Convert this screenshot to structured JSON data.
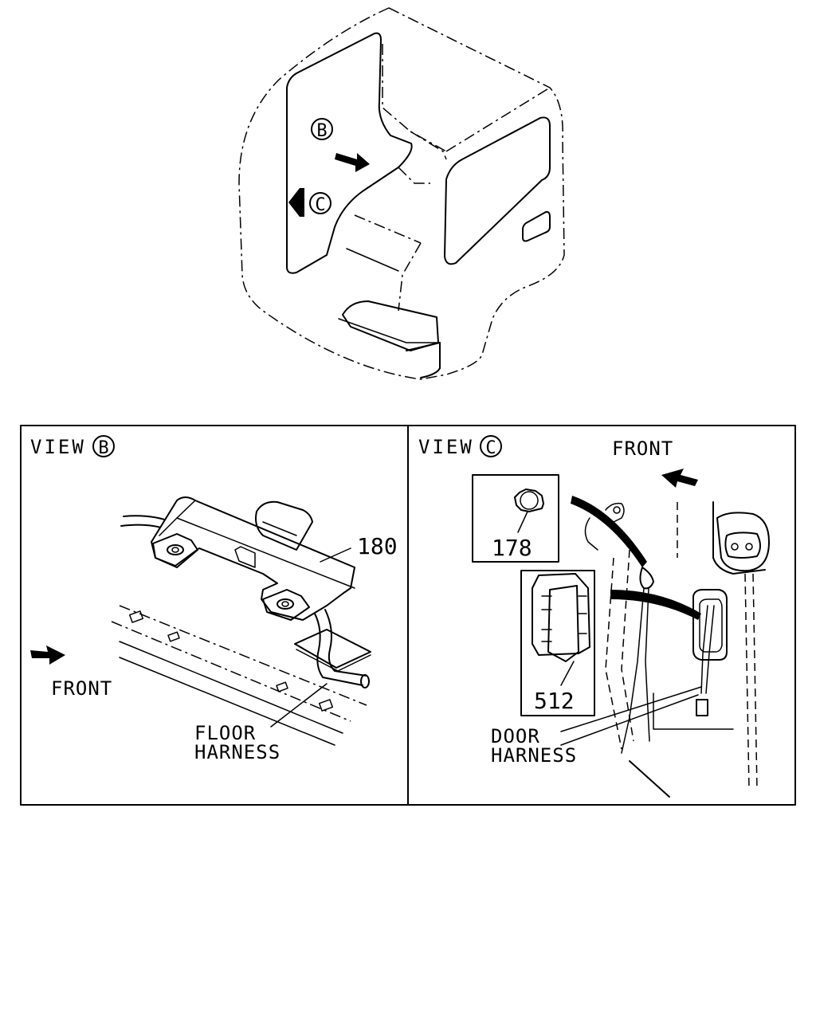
{
  "cab": {
    "callout_b": "B",
    "callout_c": "C"
  },
  "view_b": {
    "title": "VIEW",
    "marker": "B",
    "part_180": "180",
    "front_label": "FRONT",
    "floor_harness_line1": "FLOOR",
    "floor_harness_line2": "HARNESS"
  },
  "view_c": {
    "title": "VIEW",
    "marker": "C",
    "front_label": "FRONT",
    "part_178": "178",
    "part_512": "512",
    "door_harness_line1": "DOOR",
    "door_harness_line2": "HARNESS"
  }
}
